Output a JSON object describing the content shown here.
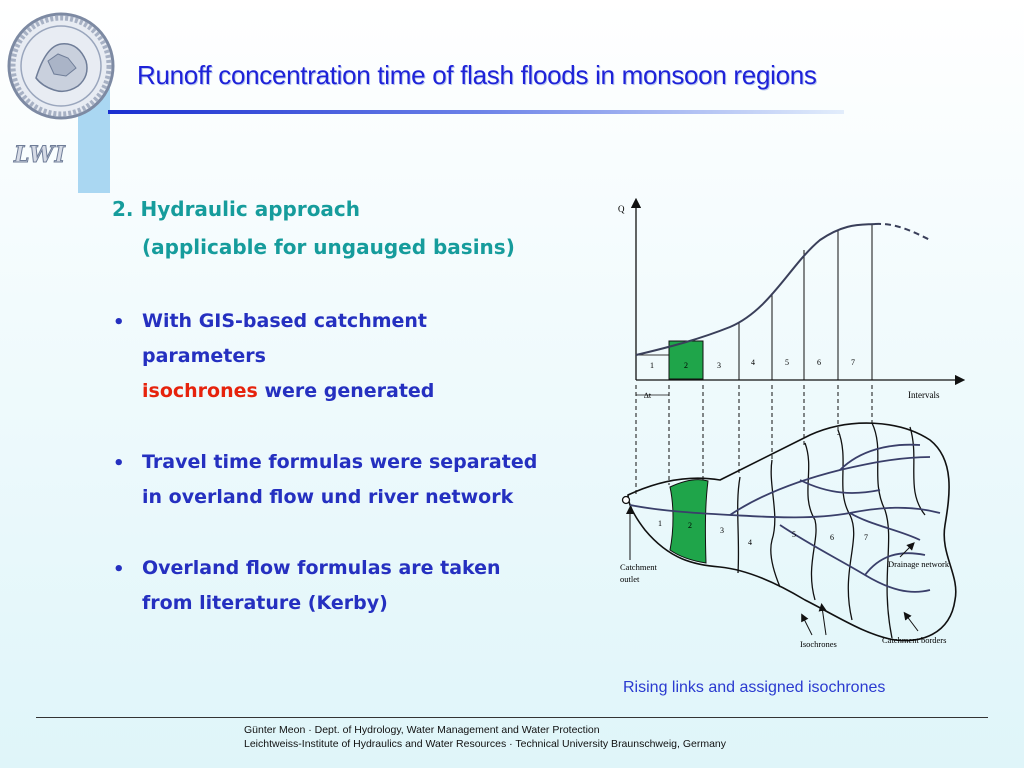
{
  "slide": {
    "title": "Runoff concentration time of flash floods in monsoon regions",
    "logo_text": "LWI",
    "seal_name": "university-seal"
  },
  "content": {
    "heading_line1": "2. Hydraulic approach",
    "heading_line2": "(applicable for ungauged basins)",
    "bullets": [
      {
        "line1": "With GIS-based catchment",
        "line2": "parameters",
        "line3_highlight": "isochrones",
        "line3_rest": "were generated"
      },
      {
        "line1": "Travel time formulas were separated",
        "line2": "in overland flow und river network"
      },
      {
        "line1": "Overland flow formulas are taken",
        "line2": "from literature (Kerby)"
      }
    ]
  },
  "figure": {
    "axis_q": "Q",
    "axis_intervals": "Intervals",
    "interval_dt": "∆t",
    "interval_numbers": [
      "1",
      "2",
      "3",
      "4",
      "5",
      "6",
      "7"
    ],
    "label_catchment_outlet_1": "Catchment",
    "label_catchment_outlet_2": "outlet",
    "label_drainage_network": "Drainage network",
    "label_isochrones": "Isochrones",
    "label_catchment_borders": "Catchment borders",
    "highlight_color": "#1fa54a",
    "caption": "Rising links and assigned isochrones"
  },
  "footer": {
    "line1": "Günter Meon · Dept. of Hydrology, Water Management and Water Protection",
    "line2": "Leichtweiss-Institute of Hydraulics and Water Resources · Technical University Braunschweig, Germany"
  },
  "colors": {
    "title": "#1e22d8",
    "heading": "#169c9c",
    "body": "#2530c0",
    "highlight": "#e6220c"
  }
}
